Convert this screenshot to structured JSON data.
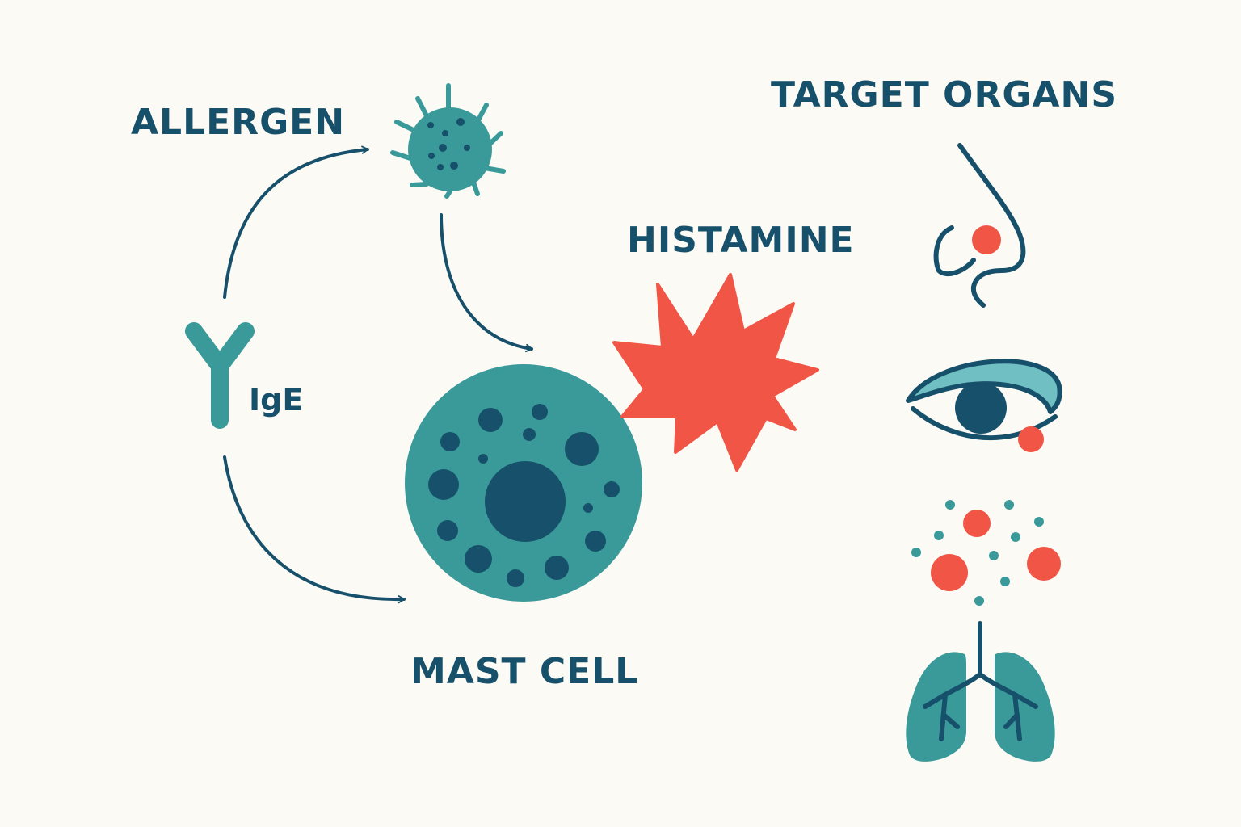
{
  "labels": {
    "allergen": "ALLERGEN",
    "ige": "IgE",
    "histamine": "HISTAMINE",
    "mast_cell": "MAST CELL",
    "target_organs": "TARGET ORGANS"
  },
  "icons": {
    "allergen": "virus-icon",
    "ige": "antibody-y-icon",
    "mast_cell": "mast-cell-icon",
    "histamine": "starburst-icon",
    "nose": "nose-icon",
    "eye": "eye-icon",
    "skin": "skin-dots-icon",
    "lungs": "lungs-icon"
  },
  "colors": {
    "dark_teal": "#17506a",
    "teal": "#3a9a9a",
    "light_teal": "#6fbfc3",
    "red": "#f05545",
    "background": "#fbfaf5"
  }
}
